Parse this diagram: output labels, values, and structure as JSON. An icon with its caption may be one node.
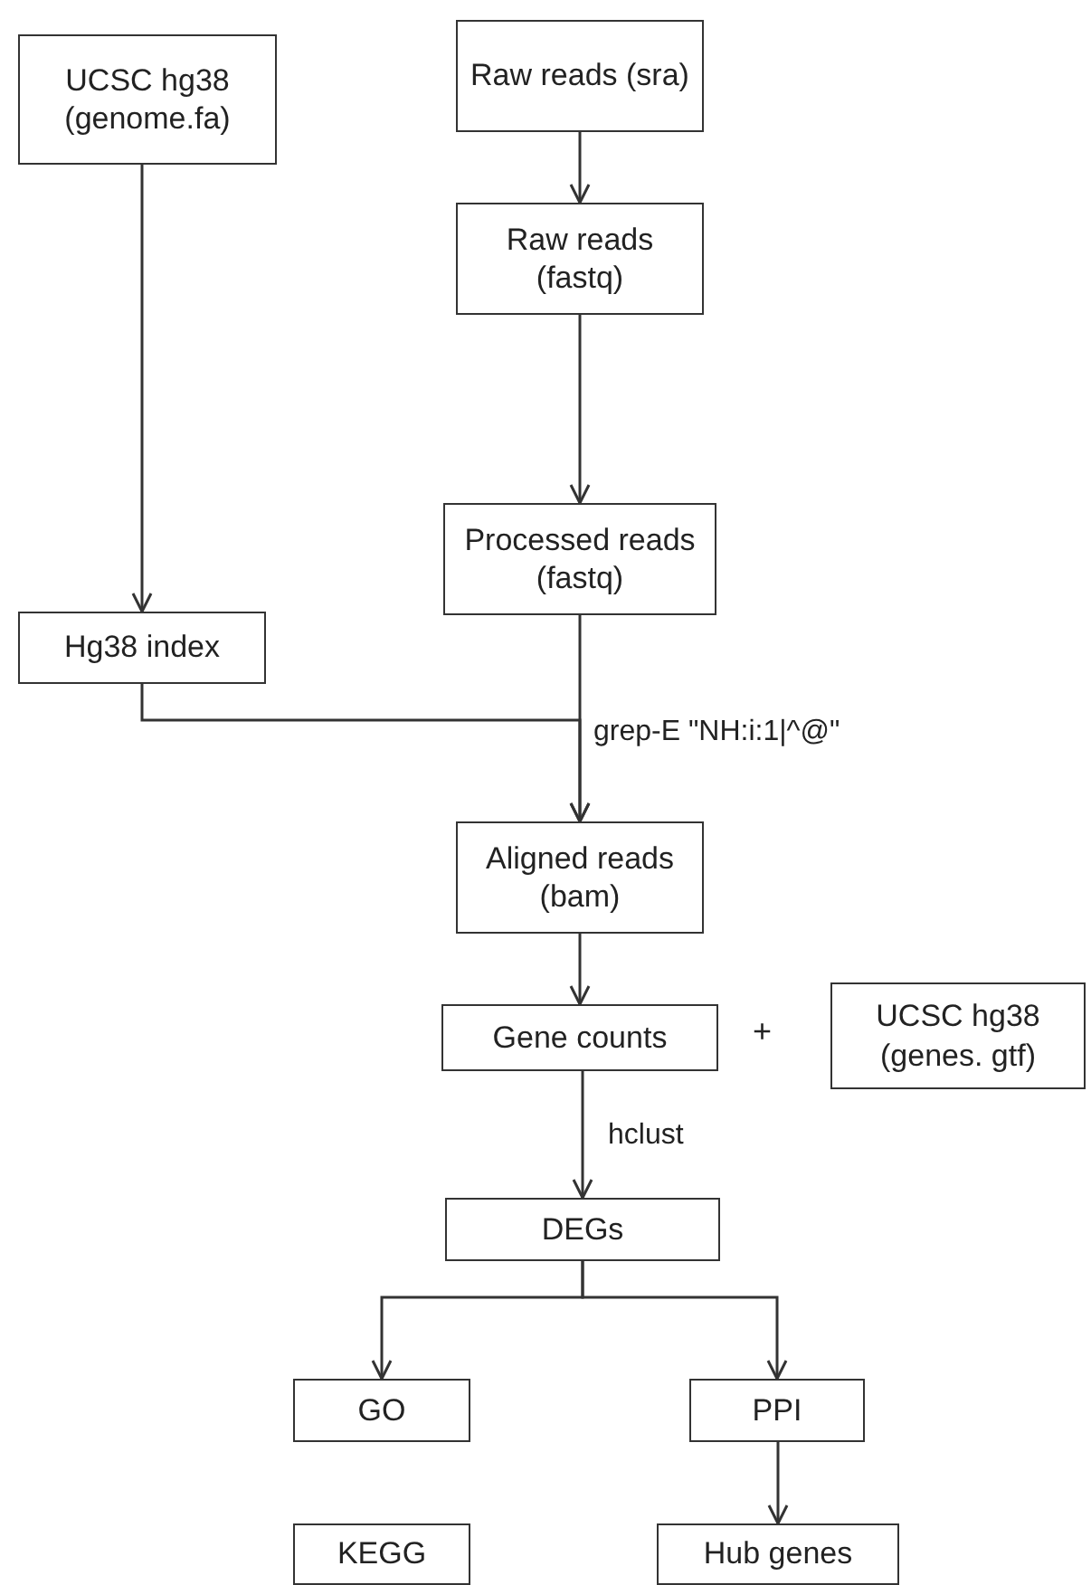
{
  "diagram": {
    "nodes": [
      {
        "text": [
          "UCSC hg38 (genome.fa)"
        ]
      },
      {
        "text": [
          "Raw reads (sra)"
        ]
      },
      {
        "text": [
          "Raw reads (fastq)"
        ]
      },
      {
        "text": [
          "Processed reads (fastq)"
        ]
      },
      {
        "text": [
          "Hg38 index"
        ]
      },
      {
        "text": [
          "Aligned reads (bam)"
        ]
      },
      {
        "text": [
          "Gene counts"
        ]
      },
      {
        "text": [
          "UCSC hg38 (genes. gtf)"
        ]
      },
      {
        "text": [
          "DEGs"
        ]
      },
      {
        "text": [
          "GO"
        ]
      },
      {
        "text": [
          "PPI"
        ]
      },
      {
        "text": [
          "KEGG"
        ]
      },
      {
        "text": [
          "Hub genes"
        ]
      }
    ],
    "edges": [
      {
        "from": 0,
        "to": 4,
        "arrow": "to"
      },
      {
        "from": 1,
        "to": 2,
        "arrow": "to"
      },
      {
        "from": 2,
        "to": 3,
        "arrow": "to"
      },
      {
        "from": 3,
        "to": 5,
        "arrow": "to",
        "label": "grep-E \"NH:i:1|^@\""
      },
      {
        "from": 4,
        "to": 5,
        "arrow": "to"
      },
      {
        "from": 5,
        "to": 6,
        "arrow": "to"
      },
      {
        "from": 6,
        "to": 8,
        "arrow": "to",
        "label": "hclust"
      },
      {
        "from": 8,
        "to": 9,
        "arrow": "to"
      },
      {
        "from": 8,
        "to": 10,
        "arrow": "to"
      },
      {
        "from": 10,
        "to": 12,
        "arrow": "to"
      }
    ],
    "labels": [
      "+"
    ]
  }
}
